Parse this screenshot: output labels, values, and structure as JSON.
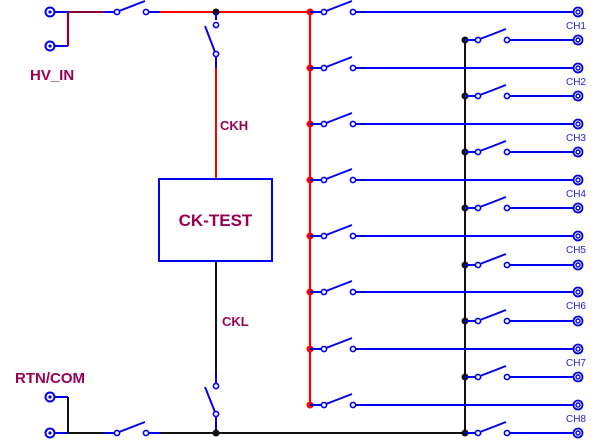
{
  "labels": {
    "hv_in": "HV_IN",
    "rtn_com": "RTN/COM",
    "ckh": "CKH",
    "ckl": "CKL",
    "ck_test": "CK-TEST"
  },
  "channels": [
    "CH1",
    "CH2",
    "CH3",
    "CH4",
    "CH5",
    "CH6",
    "CH7",
    "CH8"
  ],
  "colors": {
    "hv_bus": "#ff0000",
    "rtn_bus": "#111111",
    "switch": "#0000ee",
    "label": "#990055",
    "channel_label": "#2222dd",
    "input_wire": "#880044"
  }
}
